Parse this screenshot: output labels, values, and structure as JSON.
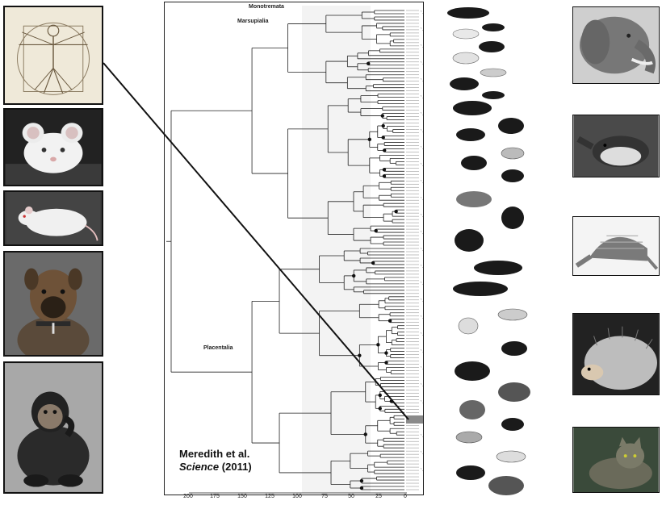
{
  "clades": {
    "monotremata": "Monotremata",
    "marsupialia": "Marsupialia",
    "placentalia": "Placentalia"
  },
  "citation": {
    "authors": "Meredith et al.",
    "journal": "Science",
    "year": "(2011)"
  },
  "axis": {
    "ticks": [
      "200",
      "175",
      "150",
      "125",
      "100",
      "75",
      "50",
      "25",
      "0"
    ]
  },
  "left_photos": [
    "vitruvian-man",
    "mouse",
    "rat",
    "boxer-dog",
    "chimpanzee"
  ],
  "right_photos": [
    "elephant",
    "shrew",
    "armadillo",
    "hedgehog",
    "cat"
  ],
  "colors": {
    "line": "#222222",
    "highlight": "#8a8a8a",
    "band": "#ececec"
  }
}
